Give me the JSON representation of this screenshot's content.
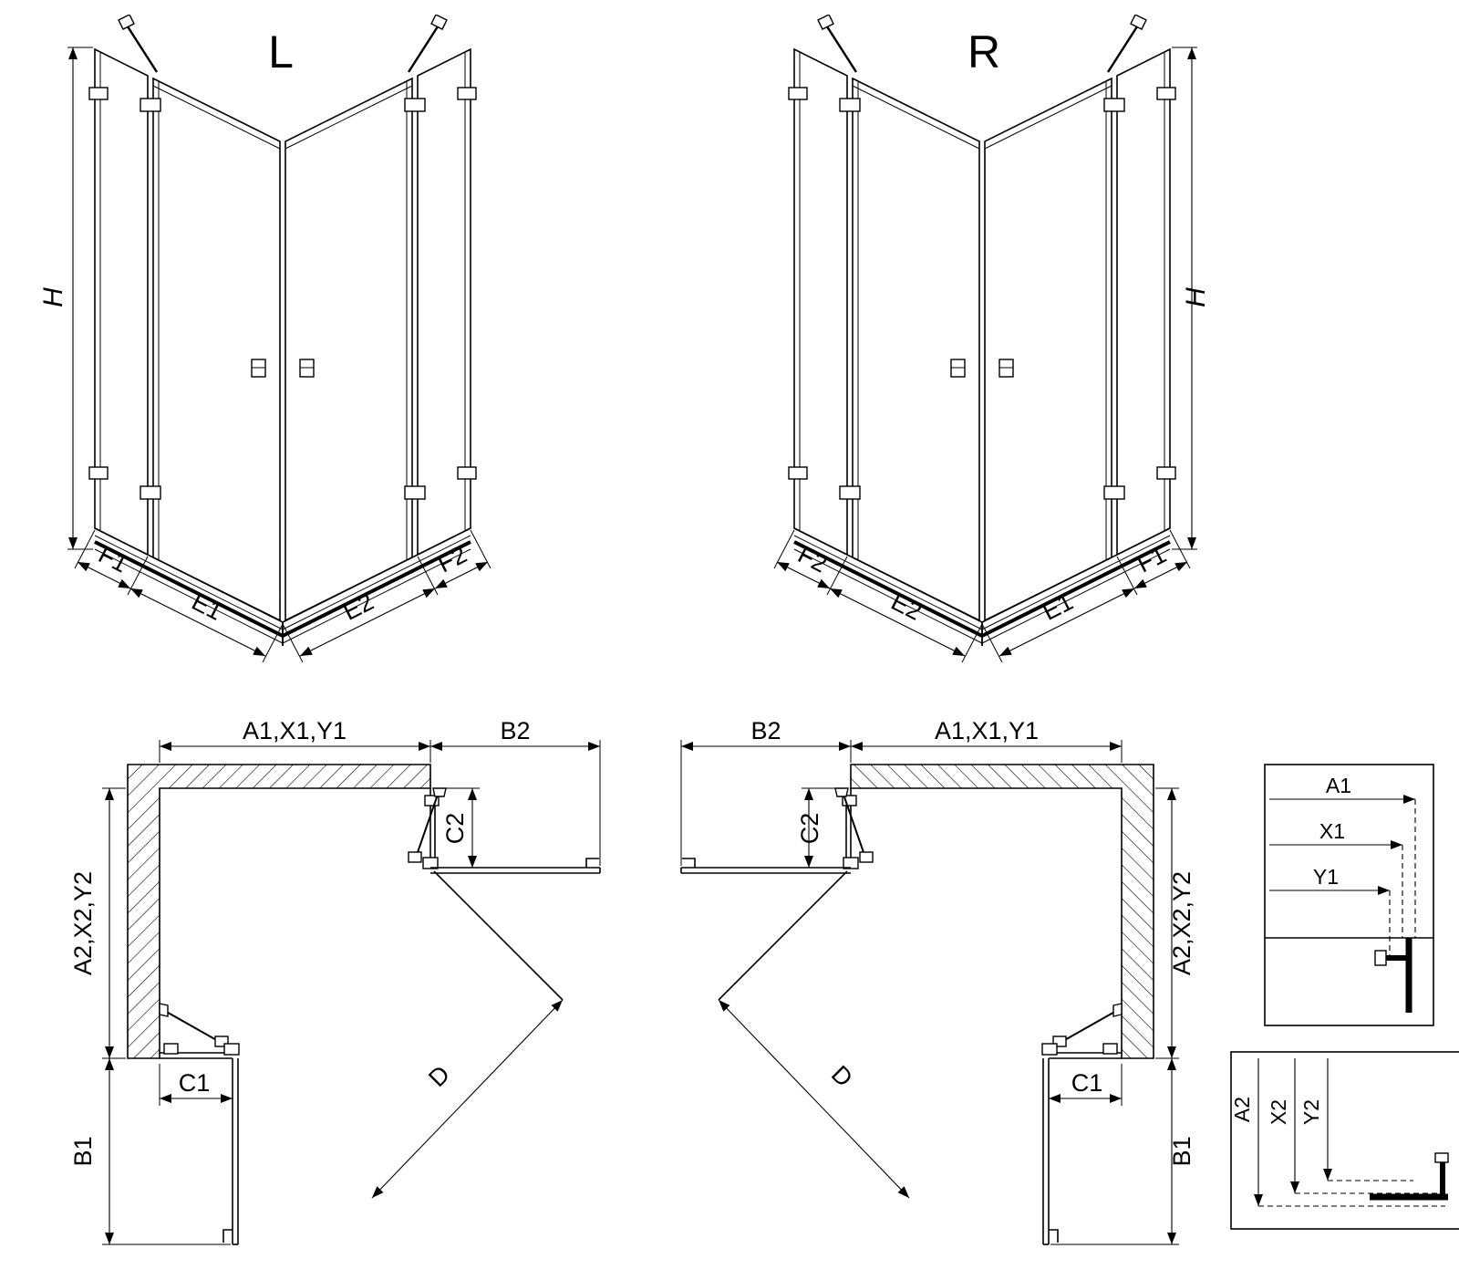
{
  "page": {
    "background": "#ffffff",
    "line_color": "#000000"
  },
  "views": {
    "front_left": {
      "title": "L",
      "dims": {
        "height": "H",
        "f1": "F1",
        "e1": "E1",
        "e2": "E2",
        "f2": "F2"
      }
    },
    "front_right": {
      "title": "R",
      "dims": {
        "height": "H",
        "f1": "F1",
        "e1": "E1",
        "e2": "E2",
        "f2": "F2"
      }
    },
    "plan_left": {
      "dims": {
        "width_top": "A1,X1,Y1",
        "door_right": "B2",
        "fixed_right": "C2",
        "depth_left": "A2,X2,Y2",
        "fixed_bottom": "C1",
        "door_bottom": "B1",
        "entry_diagonal": "D"
      }
    },
    "plan_right": {
      "dims": {
        "width_top": "A1,X1,Y1",
        "door_left": "B2",
        "fixed_left": "C2",
        "depth_right": "A2,X2,Y2",
        "fixed_bottom": "C1",
        "door_bottom": "B1",
        "entry_diagonal": "D"
      }
    },
    "detail_width": {
      "dims": {
        "a1": "A1",
        "x1": "X1",
        "y1": "Y1"
      }
    },
    "detail_depth": {
      "dims": {
        "a2": "A2",
        "x2": "X2",
        "y2": "Y2"
      }
    }
  }
}
